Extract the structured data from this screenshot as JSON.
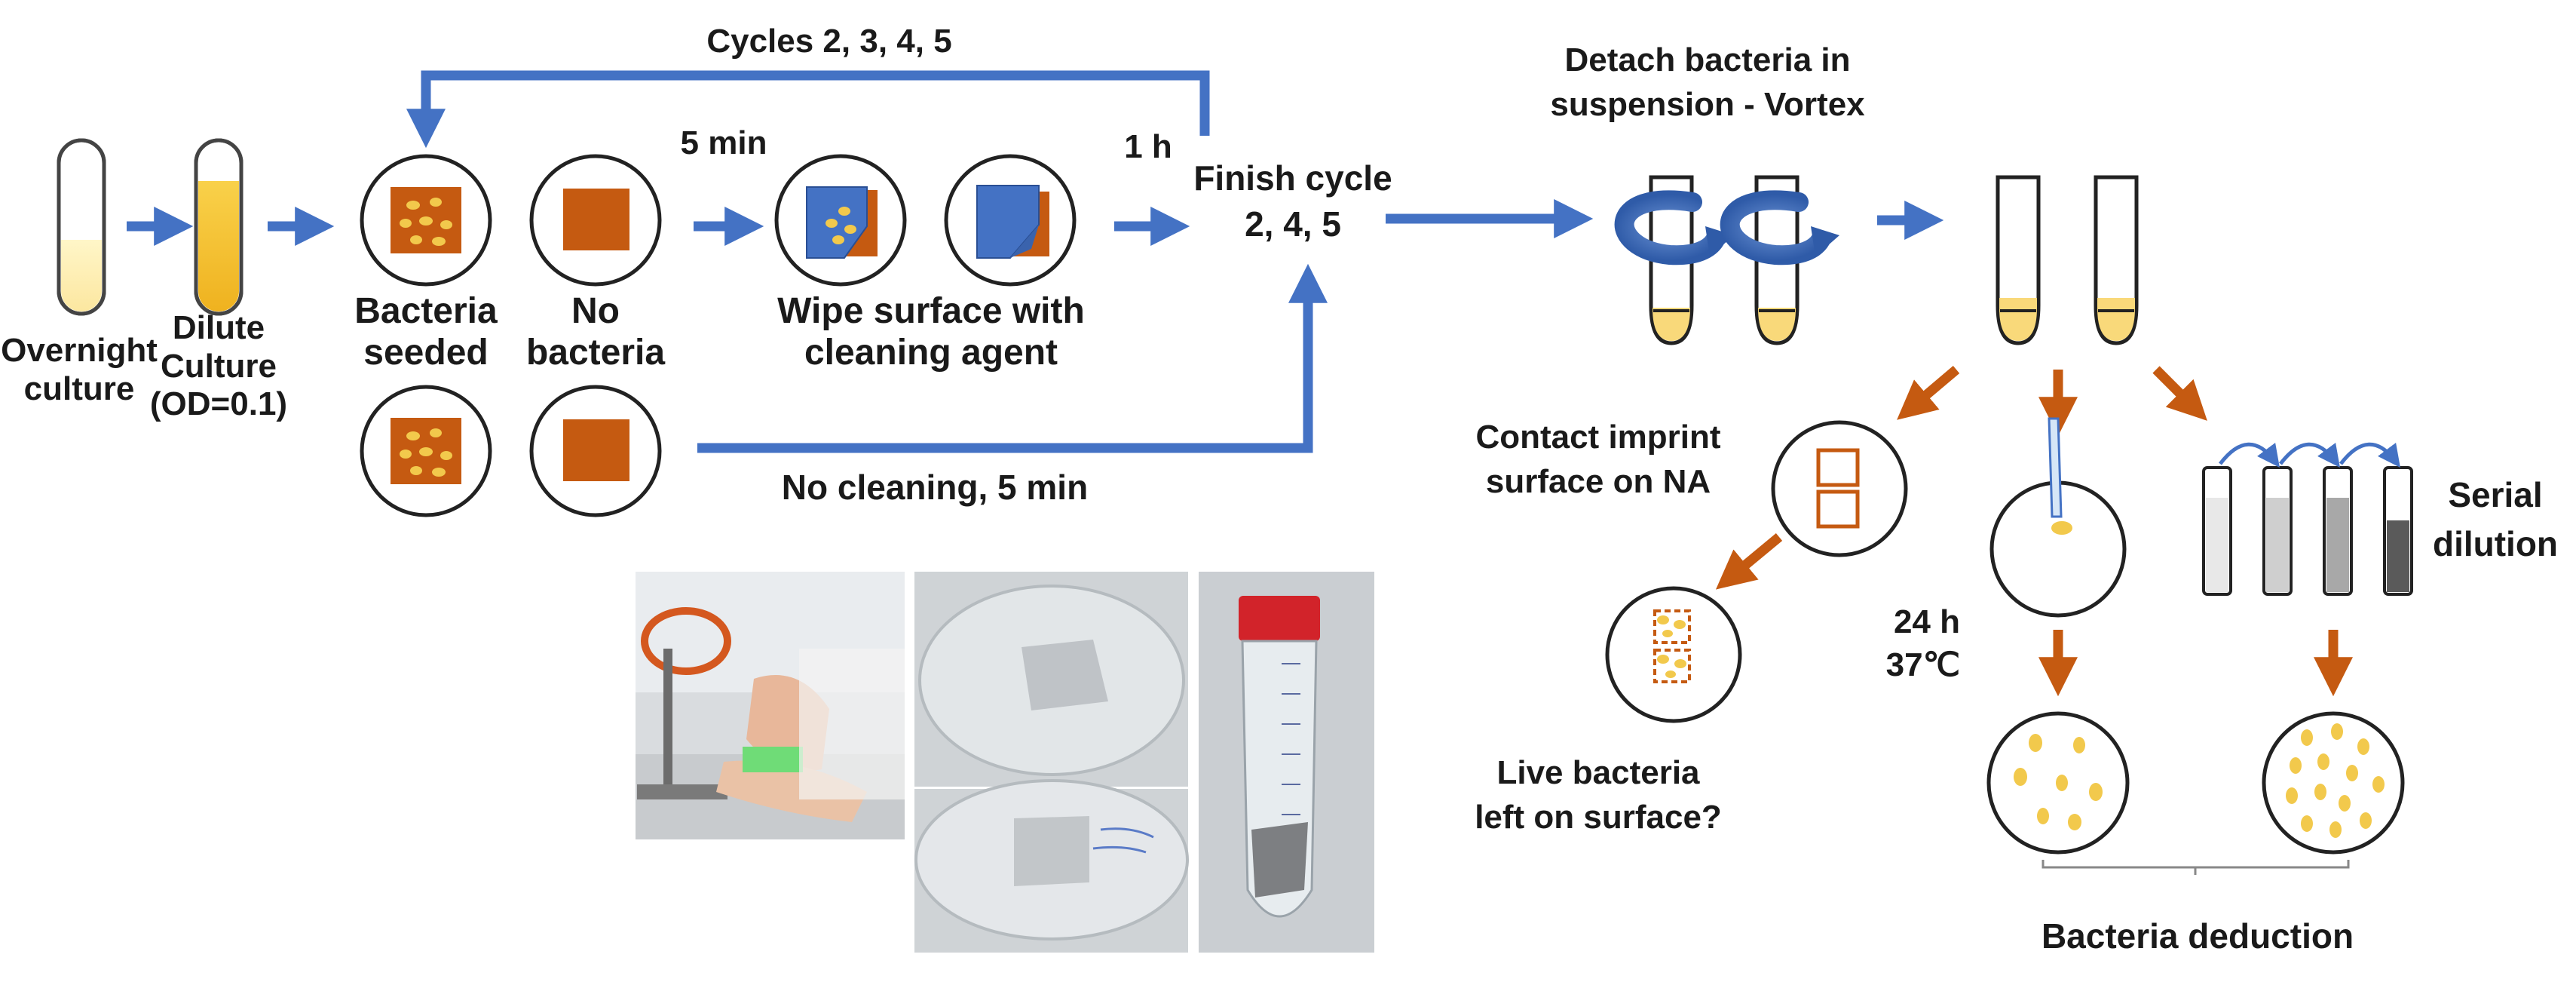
{
  "colors": {
    "arrow_blue": "#4472C4",
    "arrow_orange": "#C55A11",
    "coupon_orange": "#C55A11",
    "colony_yellow": "#F2C94C",
    "wipe_blue": "#4472C4"
  },
  "labels": {
    "cycles_loop": "Cycles 2, 3, 4, 5",
    "overnight": [
      "Overnight",
      "culture"
    ],
    "dilute": [
      "Dilute",
      "Culture",
      "(OD=0.1)"
    ],
    "bacteria_seeded": [
      "Bacteria",
      "seeded"
    ],
    "no_bacteria": [
      "No",
      "bacteria"
    ],
    "five_min": "5 min",
    "wipe": [
      "Wipe surface with",
      "cleaning agent"
    ],
    "one_h": "1 h",
    "finish_cycle": [
      "Finish cycle",
      "2, 4, 5"
    ],
    "no_cleaning": "No cleaning, 5 min",
    "detach": [
      "Detach bacteria in",
      "suspension - Vortex"
    ],
    "contact_imprint": [
      "Contact imprint",
      "surface on NA"
    ],
    "incubation": [
      "24 h",
      "37℃"
    ],
    "live_bacteria": [
      "Live bacteria",
      "left on surface?"
    ],
    "serial_dilution": [
      "Serial",
      "dilution"
    ],
    "bacteria_deduction": "Bacteria deduction"
  },
  "icons": {
    "overnight_tube": "culture-tube-icon",
    "dilute_tube": "culture-tube-icon",
    "seeded_coupon": "coupon-with-bacteria-icon",
    "control_coupon": "coupon-icon",
    "wiped_coupon": "wiped-coupon-icon",
    "vortex": "vortex-tube-icon",
    "imprint_plate": "agar-plate-icon",
    "spread_plate": "agar-plate-icon",
    "dilution_tubes": "dilution-series-icon",
    "colony_plate": "colony-plate-icon"
  }
}
